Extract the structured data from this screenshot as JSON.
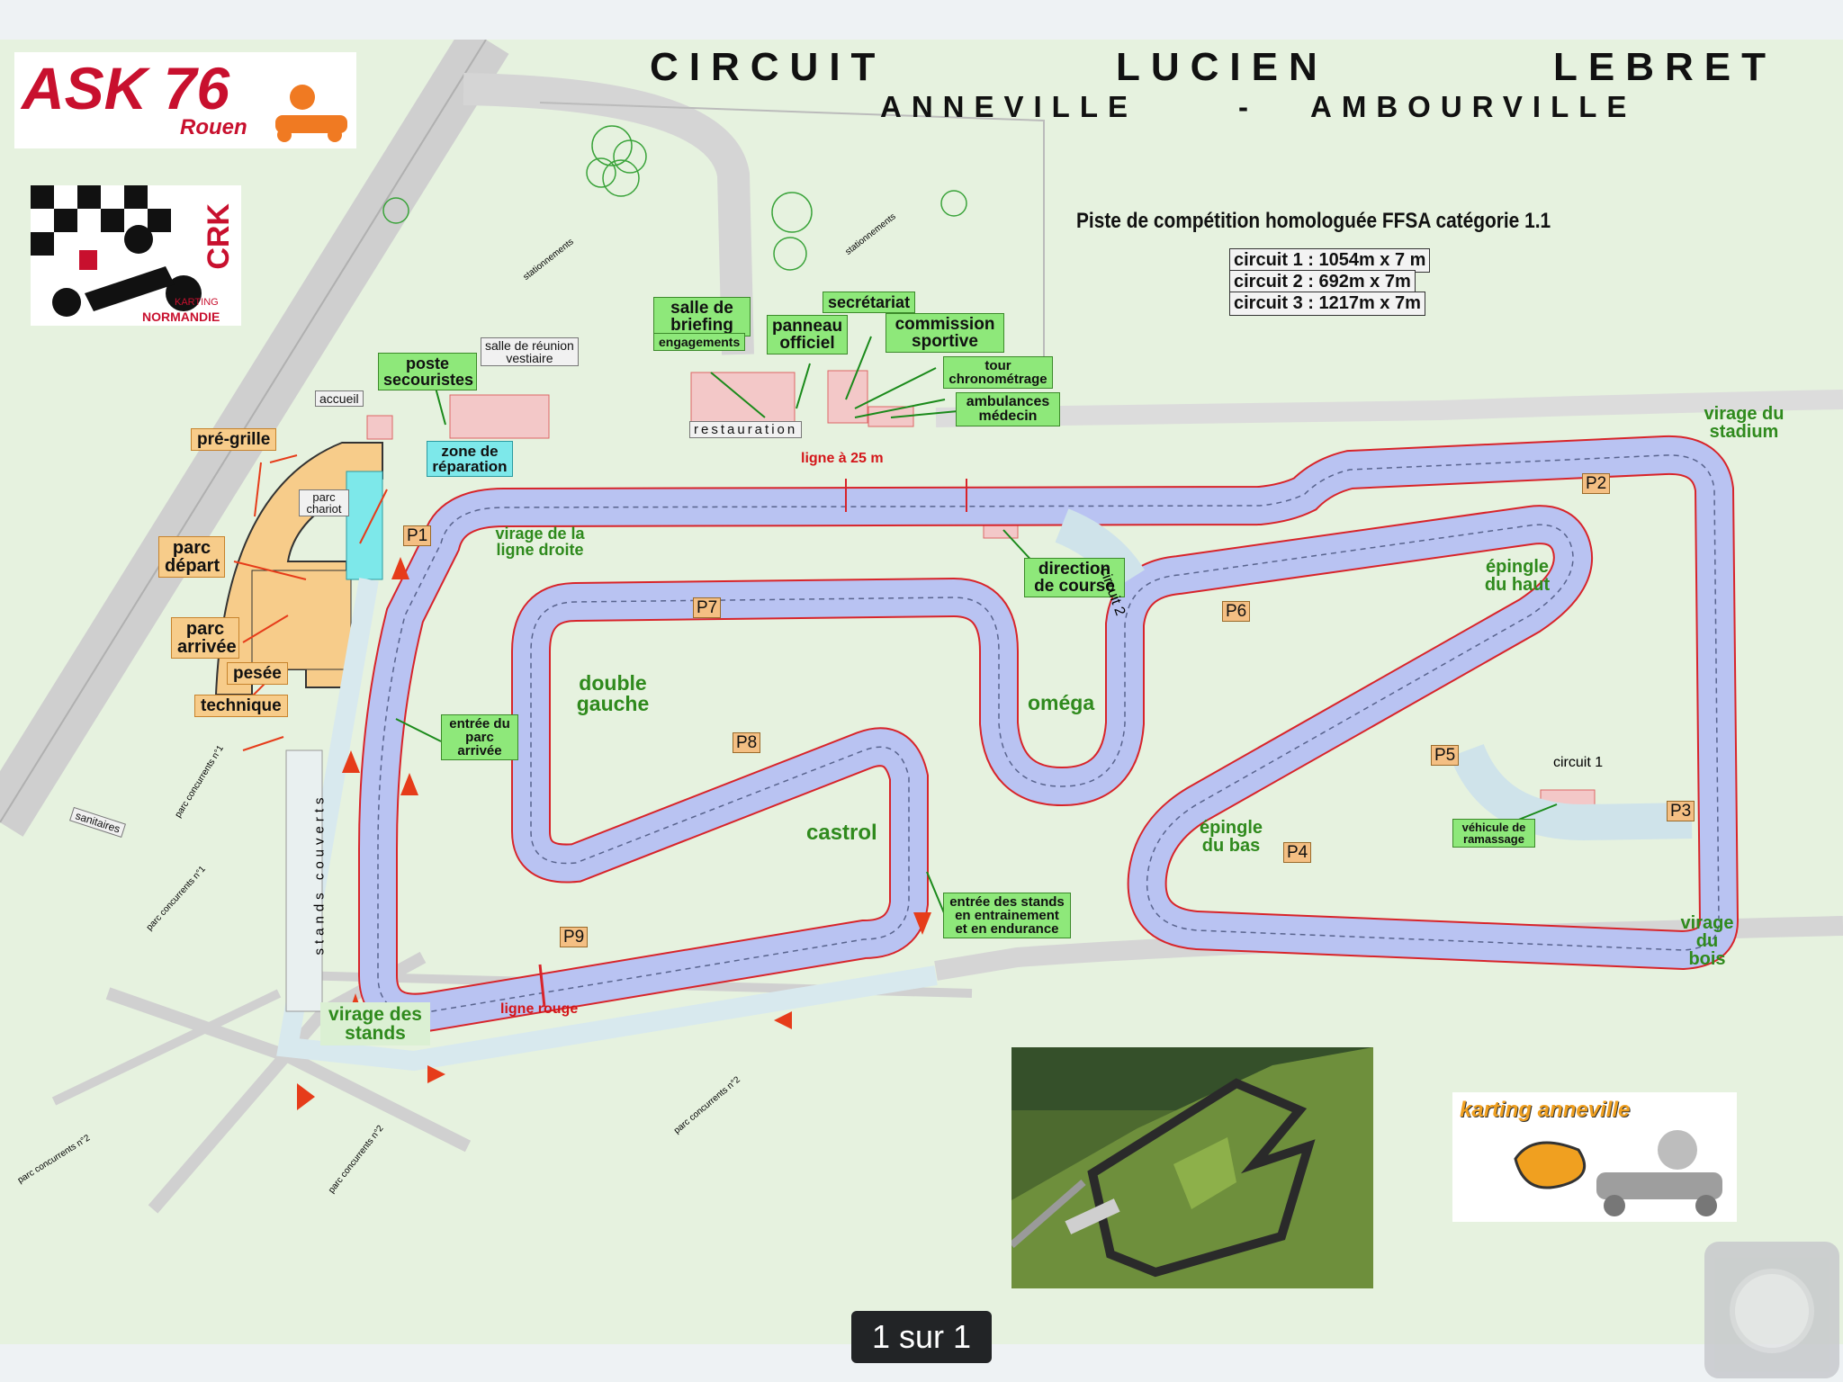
{
  "title": {
    "word1": "CIRCUIT",
    "word2": "LUCIEN",
    "word3": "LEBRET",
    "subtitle_left": "ANNEVILLE",
    "subtitle_dash": "-",
    "subtitle_right": "AMBOURVILLE"
  },
  "logos": {
    "ask_main": "ASK 76",
    "ask_sub": "Rouen",
    "crk_letters": "CRK",
    "crk_sub1": "KARTING",
    "crk_sub2": "NORMANDIE",
    "karting_anneville": "karting anneville"
  },
  "homologation": "Piste de compétition homologuée FFSA catégorie 1.1",
  "circuits": [
    "circuit 1 : 1054m x 7 m",
    "circuit 2 :   692m x 7m",
    "circuit 3 : 1217m x 7m"
  ],
  "labels": {
    "salle_reunion": "salle de réunion",
    "vestiaire": "vestiaire",
    "accueil": "accueil",
    "poste_secouristes": "poste secouristes",
    "salle_briefing": "salle de briefing",
    "engagements": "engagements",
    "panneau_officiel": "panneau officiel",
    "secretariat": "secrétariat",
    "commission_sportive": "commission sportive",
    "tour_chrono": "tour chronométrage",
    "ambulances": "ambulances médecin",
    "restauration": "restauration",
    "zone_reparation": "zone de réparation",
    "pre_grille": "pré-grille",
    "parc_chariot": "parc chariot",
    "parc_depart": "parc départ",
    "parc_arrivee": "parc arrivée",
    "pesee": "pesée",
    "technique": "technique",
    "ligne_25m": "ligne à 25 m",
    "ligne_rouge": "ligne rouge",
    "virage_ligne_droite": "virage de la ligne droite",
    "double_gauche": "double gauche",
    "omega": "oméga",
    "castrol": "castrol",
    "direction_course": "direction de course",
    "entree_parc_arrivee": "entrée du parc arrivée",
    "entree_stands": "entrée des stands en entrainement et en endurance",
    "virage_stands": "virage des stands",
    "virage_stadium": "virage du stadium",
    "virage_bois": "virage du bois",
    "epingle_haut": "épingle du haut",
    "epingle_bas": "épingle du bas",
    "vehicule_ramassage": "véhicule de ramassage",
    "circuit_1": "circuit 1",
    "circuit_2": "circuit 2",
    "stands_couverts": "stands couverts",
    "sanitaires": "sanitaires",
    "stationnements": "stationnements",
    "parc_concurrents_1": "parc concurrents n°1",
    "parc_concurrents_2": "parc concurrents n°2"
  },
  "markers": [
    "P1",
    "P2",
    "P3",
    "P4",
    "P5",
    "P6",
    "P7",
    "P8",
    "P9"
  ],
  "viewer": {
    "page_indicator": "1 sur 1"
  },
  "colors": {
    "track": "#b9c3f2",
    "track_edge": "#d8242a",
    "grass": "#e6f2df",
    "label_green": "#8ee87a",
    "label_orange": "#f7cc8a",
    "label_cyan": "#7de8ea",
    "text_green": "#2f8a1d",
    "ask_red": "#c8102e",
    "ask_orange": "#f07a22"
  }
}
